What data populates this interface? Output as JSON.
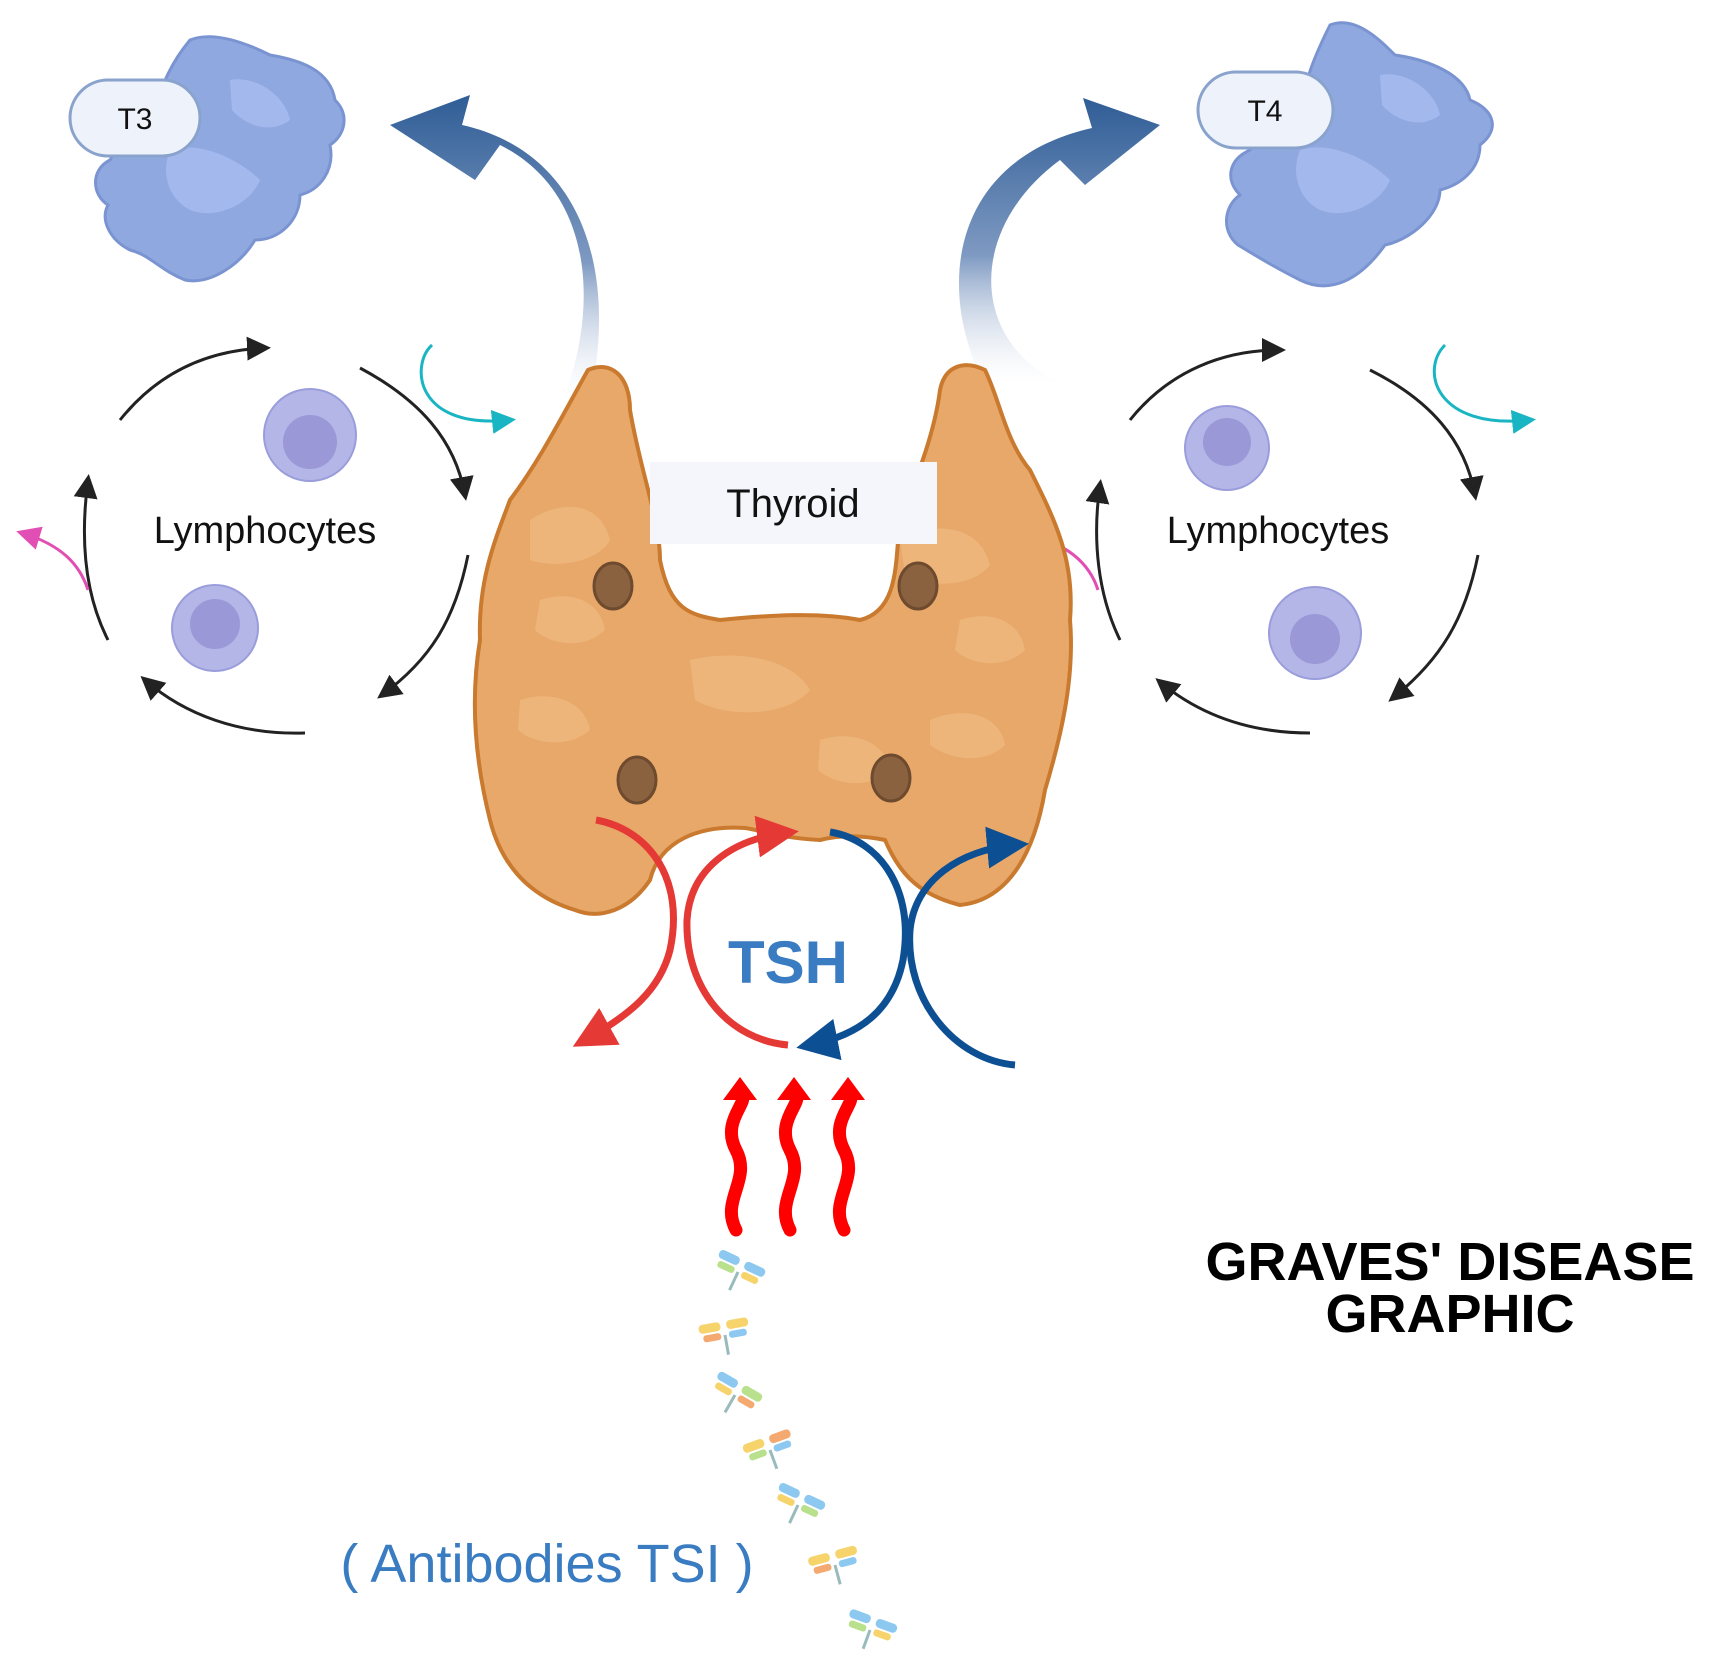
{
  "labels": {
    "t3": "T3",
    "t4": "T4",
    "thyroid": "Thyroid",
    "lymphocytes_left": "Lymphocytes",
    "lymphocytes_right": "Lymphocytes",
    "tsh": "TSH",
    "antibodies": "( Antibodies TSI )",
    "title_line1": "GRAVES' DISEASE",
    "title_line2": "GRAPHIC"
  },
  "colors": {
    "protein": "#8fa8e0",
    "protein_light": "#a8bdf0",
    "thyroid_fill": "#e8a86a",
    "thyroid_stroke": "#c97a2e",
    "nodule": "#8b6240",
    "cell_outer": "#b3b6e6",
    "cell_inner": "#9a98d6",
    "arrow_blue": "#2f5d96",
    "tsh_red": "#e53935",
    "tsh_blue": "#0d4f93",
    "heat_red": "#ff0000",
    "teal": "#19b5c3",
    "magenta": "#e24fb4",
    "text_blue": "#3a7cc2"
  }
}
